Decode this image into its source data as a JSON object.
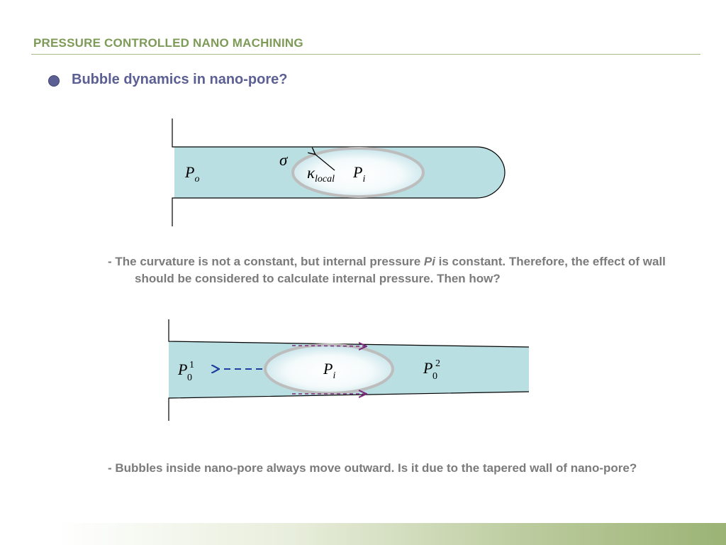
{
  "header": {
    "title": "PRESSURE CONTROLLED NANO MACHINING"
  },
  "bullet": {
    "heading": "Bubble dynamics in nano-pore?"
  },
  "diagram1": {
    "outer_pressure": {
      "base": "P",
      "sub": "o"
    },
    "surface_tension": "σ",
    "curvature": {
      "base": "κ",
      "sub": "local"
    },
    "inner_pressure": {
      "base": "P",
      "sub": "i"
    }
  },
  "paragraph1": {
    "prefix": "- The curvature is not a constant, but internal pressure ",
    "emph": "Pi",
    "suffix": " is constant. Therefore, the effect of wall should be considered to calculate internal pressure. Then how?"
  },
  "diagram2": {
    "left_pressure": {
      "base": "P",
      "sub": "0",
      "sup": "1"
    },
    "inner_pressure": {
      "base": "P",
      "sub": "i"
    },
    "right_pressure": {
      "base": "P",
      "sub": "0",
      "sup": "2"
    }
  },
  "paragraph2": {
    "text": "- Bubbles inside nano-pore always move outward. Is it due to the tapered wall of nano-pore?"
  },
  "colors": {
    "title": "#7d9a57",
    "heading": "#5b5f93",
    "fluid": "#b9dfe3",
    "body_text": "#7b7b7b",
    "arrow_blue": "#1f3f9e",
    "arrow_purple": "#7a2a7a"
  }
}
